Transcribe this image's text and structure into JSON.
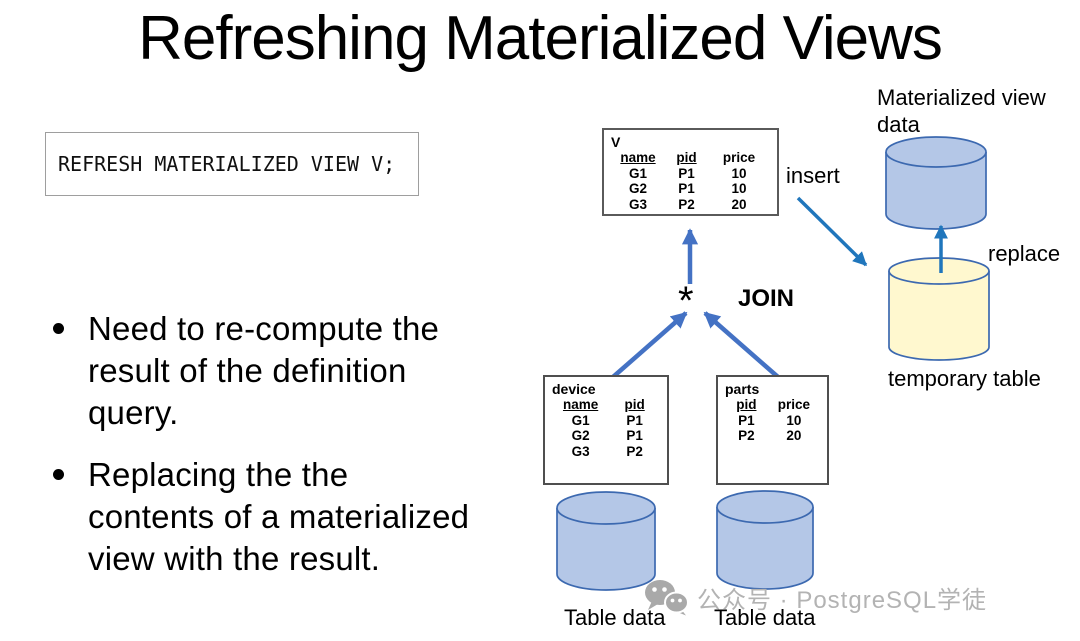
{
  "title": "Refreshing Materialized Views",
  "code": "REFRESH MATERIALIZED VIEW V;",
  "bullets": [
    [
      "Need to re-compute the",
      "result of the definition",
      "query."
    ],
    [
      "Replacing the the",
      "contents of a materialized",
      "view with the result."
    ]
  ],
  "diagram": {
    "labels": {
      "mv_data": "Materialized view data",
      "insert": "insert",
      "replace": "replace",
      "temporary_table": "temporary table",
      "join": "JOIN",
      "star": "*",
      "table_data_left": "Table data",
      "table_data_right": "Table data"
    },
    "tables": {
      "v": {
        "title": "V",
        "headers": [
          "name",
          "pid",
          "price"
        ],
        "rows": [
          [
            "G1",
            "P1",
            "10"
          ],
          [
            "G2",
            "P1",
            "10"
          ],
          [
            "G3",
            "P2",
            "20"
          ]
        ]
      },
      "device": {
        "title": "device",
        "headers": [
          "name",
          "pid"
        ],
        "rows": [
          [
            "G1",
            "P1"
          ],
          [
            "G2",
            "P1"
          ],
          [
            "G3",
            "P2"
          ]
        ]
      },
      "parts": {
        "title": "parts",
        "headers": [
          "pid",
          "price"
        ],
        "rows": [
          [
            "P1",
            "10"
          ],
          [
            "P2",
            "20"
          ]
        ]
      }
    },
    "colors": {
      "cylinder_blue_fill": "#B4C7E7",
      "cylinder_yellow_fill": "#FFF8CF",
      "cylinder_stroke": "#3C69B0",
      "arrow_tree": "#4472C4",
      "arrow_flow": "#2076BC"
    }
  },
  "watermark": {
    "text": "公众号 · PostgreSQL学徒"
  }
}
